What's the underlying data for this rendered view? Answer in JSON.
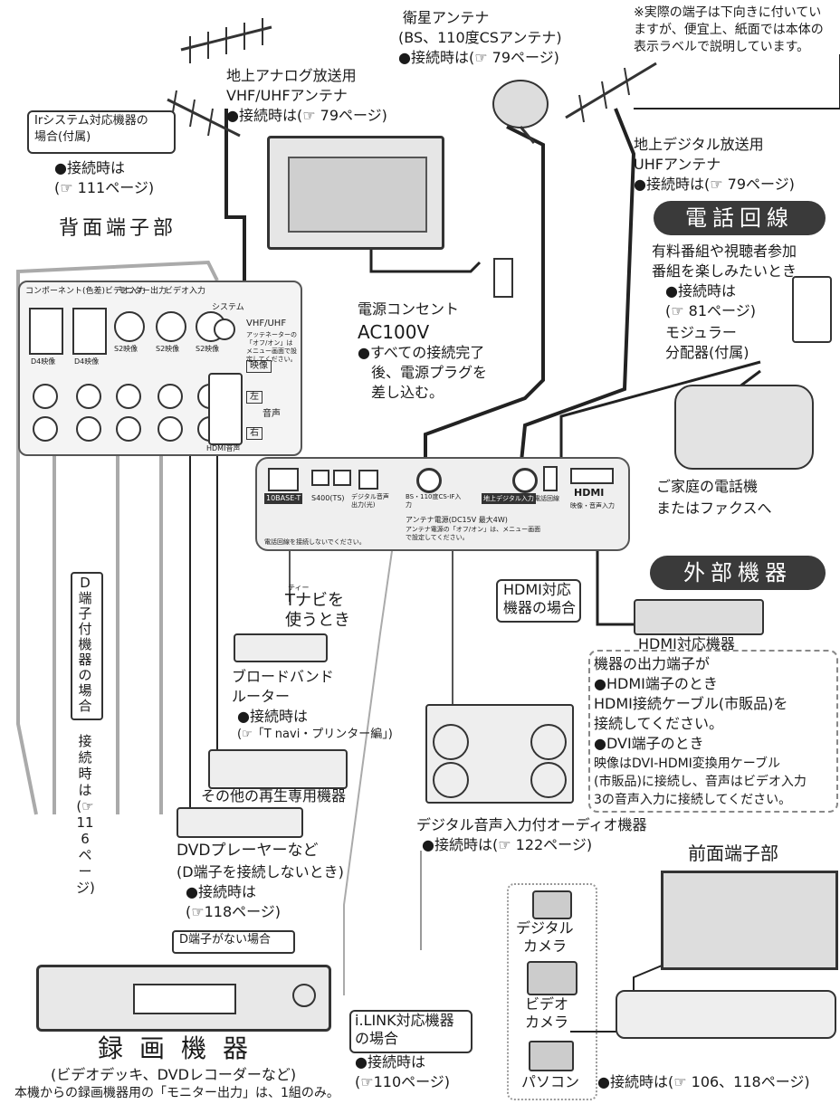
{
  "note": "※実際の端子は下向きに付いていますが、便宜上、紙面では本体の表示ラベルで説明しています。",
  "satellite": {
    "line1": "衛星アンテナ",
    "line2": "(BS、110度CSアンテナ)",
    "ref": "●接続時は(☞ 79ページ)"
  },
  "analog": {
    "line1": "地上アナログ放送用",
    "line2": "VHF/UHFアンテナ",
    "ref": "●接続時は(☞ 79ページ)"
  },
  "digital": {
    "line1": "地上デジタル放送用",
    "line2": "UHFアンテナ",
    "ref": "●接続時は(☞ 79ページ)"
  },
  "ir": {
    "line1": "Irシステム対応機器の",
    "line2": "場合(付属)",
    "ref1": "●接続時は",
    "ref2": "(☞ 111ページ)"
  },
  "rear_title": "背面端子部",
  "power": {
    "line1": "電源コンセント",
    "line2": "AC100V",
    "line3": "●すべての接続完了",
    "line4": "後、電源プラグを",
    "line5": "差し込む。"
  },
  "phone": {
    "title": "電話回線",
    "line1": "有料番組や視聴者参加",
    "line2": "番組を楽しみたいとき",
    "ref1": "●接続時は",
    "ref2": "(☞ 81ページ)",
    "splitter1": "モジュラー",
    "splitter2": "分配器(付属)",
    "home1": "ご家庭の電話機",
    "home2": "またはファクスへ"
  },
  "external_title": "外部機器",
  "hdmi": {
    "case1": "HDMI対応",
    "case2": "機器の場合",
    "device": "HDMI対応機器",
    "note1": "機器の出力端子が",
    "note2": "●HDMI端子のとき",
    "note3": "HDMI接続ケーブル(市販品)を",
    "note4": "接続してください。",
    "note5": "●DVI端子のとき",
    "note6": "映像はDVI-HDMI変換用ケーブル",
    "note7": "(市販品)に接続し、音声はビデオ入力",
    "note8": "3の音声入力に接続してください。"
  },
  "tnavi": {
    "ruby": "ティー",
    "line1": "Tナビを",
    "line2": "使うとき"
  },
  "router": {
    "line1": "ブロードバンド",
    "line2": "ルーター",
    "ref1": "●接続時は",
    "ref2": "(☞「T navi・プリンター編」)"
  },
  "other_player": "その他の再生専用機器",
  "dvd": {
    "line1": "DVDプレーヤーなど",
    "line2": "(D端子を接続しないとき)",
    "ref1": "●接続時は",
    "ref2": "(☞118ページ)"
  },
  "audio": {
    "line1": "デジタル音声入力付オーディオ機器",
    "ref": "●接続時は(☞ 122ページ)"
  },
  "front_title": "前面端子部",
  "camera": {
    "digital1": "デジタル",
    "digital2": "カメラ",
    "video1": "ビデオ",
    "video2": "カメラ",
    "pc": "パソコン",
    "ref": "●接続時は(☞ 106、118ページ)"
  },
  "ilink": {
    "line1": "i.LINK対応機器",
    "line2": "の場合",
    "ref1": "●接続時は",
    "ref2": "(☞110ページ)"
  },
  "d_terminal": {
    "vertical": "D端子付機器の場合",
    "ref_vertical": "接続時は(☞116ページ)",
    "no_d": "D端子がない場合"
  },
  "recorder": {
    "title": "録画機器",
    "sub": "(ビデオデッキ、DVDレコーダーなど)",
    "note": "本機からの録画機器用の「モニター出力」は、1組のみ。"
  },
  "rear_panel": {
    "col1": "コンポーネント(色差)ビデオ入力",
    "col2": "モニター出力",
    "col3": "ビデオ入力",
    "system": "システム",
    "vhf": "VHF/UHF",
    "vhf_note": "アッテネーターの「オフ/オン」はメニュー画面で設定してください。",
    "d4a": "D4映像",
    "d4b": "D4映像",
    "s2a": "S2映像",
    "s2b": "S2映像",
    "s2c": "S2映像",
    "video": "映像",
    "left": "左",
    "audio": "音声",
    "right": "右",
    "hdmi_audio": "HDMI音声"
  },
  "back_panel": {
    "lan": "10BASE-T",
    "s400": "S400(TS)",
    "digital_out": "デジタル音声出力(光)",
    "bs": "BS・110度CS-IF入力",
    "tdigital": "地上デジタル入力",
    "phone": "電話回線",
    "hdmi_logo": "HDMI",
    "hdmi_label": "映像・音声入力",
    "power": "アンテナ電源(DC15V 最大4W)",
    "power_note": "アンテナ電源の「オフ/オン」は、メニュー画面で設定してください。",
    "lan_note": "電話回線を接続しないでください。"
  }
}
